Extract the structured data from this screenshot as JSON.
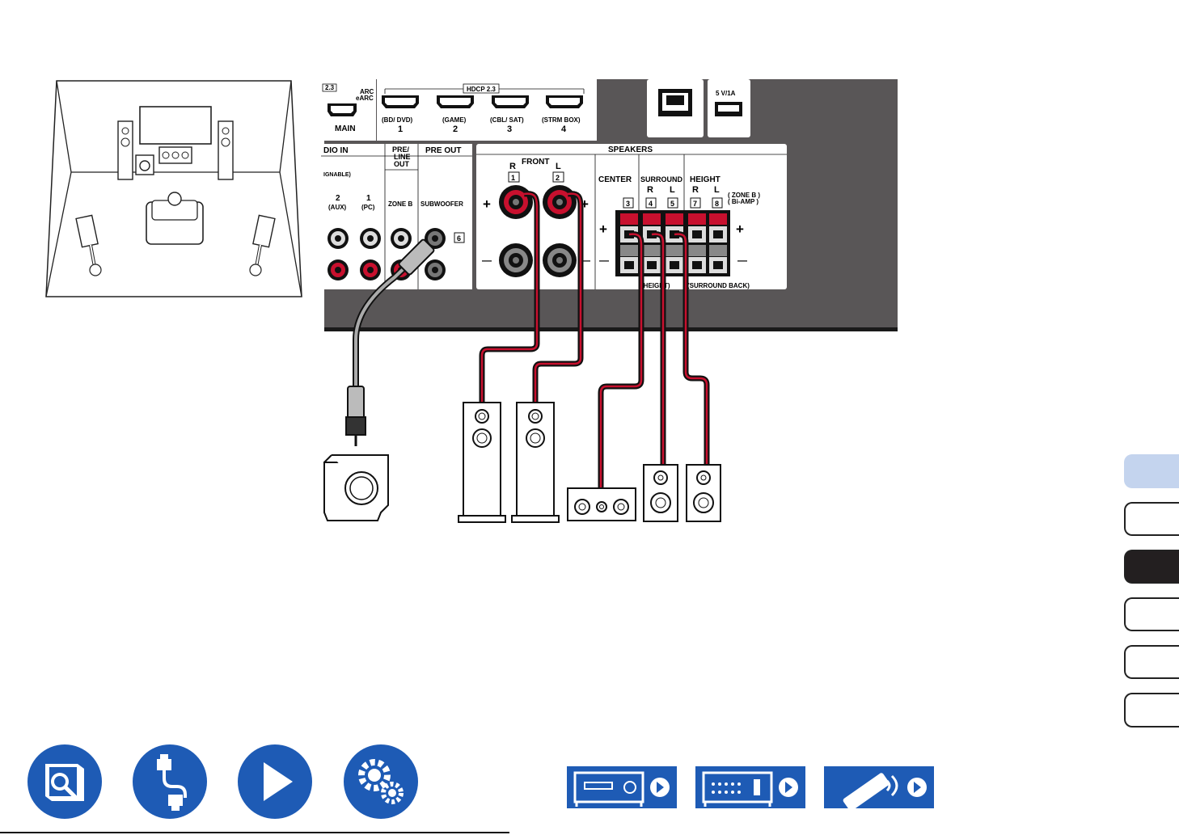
{
  "colors": {
    "panel": "#595657",
    "wire_red": "#c8102e",
    "nav_blue": "#1e5bb5",
    "tab_highlight": "#c4d4ee",
    "tab_active": "#231f20"
  },
  "hdmi": {
    "partial_label": "2.3",
    "arc_label": "ARC",
    "earc_label": "eARC",
    "main_label": "MAIN",
    "hdcp_label": "HDCP 2.3",
    "inputs": [
      {
        "name": "(BD/ DVD)",
        "num": "1"
      },
      {
        "name": "(GAME)",
        "num": "2"
      },
      {
        "name": "(CBL/ SAT)",
        "num": "3"
      },
      {
        "name": "(STRM BOX)",
        "num": "4"
      }
    ],
    "usb_label": "5 V/1A"
  },
  "audio_in": {
    "header": "DIO IN",
    "assignable": "IGNABLE)",
    "jacks": [
      {
        "num": "2",
        "name": "(AUX)"
      },
      {
        "num": "1",
        "name": "(PC)"
      }
    ]
  },
  "pre_line_out": {
    "header_line1": "PRE/",
    "header_line2": "LINE",
    "header_line3": "OUT",
    "zone_label": "ZONE B"
  },
  "pre_out": {
    "header": "PRE OUT",
    "subwoofer_label": "SUBWOOFER",
    "number": "6"
  },
  "speakers": {
    "header": "SPEAKERS",
    "front_label": "FRONT",
    "front_r": "R",
    "front_l": "L",
    "front_num_r": "1",
    "front_num_l": "2",
    "center_label": "CENTER",
    "surround_label": "SURROUND",
    "height_label": "HEIGHT",
    "sr": "R",
    "sl": "L",
    "hr": "R",
    "hl": "L",
    "nums": [
      "3",
      "4",
      "5",
      "7",
      "8"
    ],
    "zone_b": "( ZONE B )",
    "bi_amp": "( Bi-AMP )",
    "height_note": "(HEIGHT)",
    "surround_back_note": "(SURROUND BACK)",
    "plus": "+",
    "minus": "—"
  },
  "side_tabs": [
    {
      "id": "tab-1",
      "state": "highlight"
    },
    {
      "id": "tab-2",
      "state": "normal"
    },
    {
      "id": "tab-3",
      "state": "active"
    },
    {
      "id": "tab-4",
      "state": "normal"
    },
    {
      "id": "tab-5",
      "state": "normal"
    },
    {
      "id": "tab-6",
      "state": "normal"
    }
  ],
  "nav_icons": [
    "manual-book-icon",
    "cable-icon",
    "play-icon",
    "gears-icon"
  ],
  "device_buttons": [
    "front-panel-icon",
    "rear-panel-icon",
    "remote-control-icon"
  ]
}
